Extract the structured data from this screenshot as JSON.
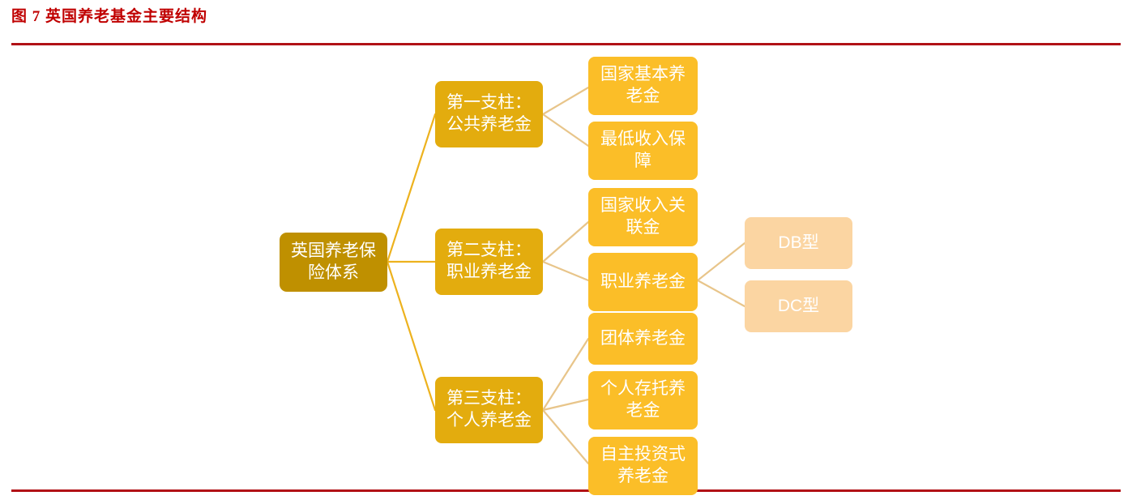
{
  "figure": {
    "title": "图 7 英国养老基金主要结构",
    "title_color": "#C00000",
    "rule_color": "#B11116"
  },
  "colors": {
    "root_fill": "#BF9000",
    "pillar_fill": "#E3AC0E",
    "leaf_fill": "#FBBE28",
    "subleaf_fill": "#FBD5A2",
    "root_connector": "#EDB21E",
    "leaf_connector": "#E8C58A",
    "node_text": "#FFFFFF",
    "background": "#FFFFFF"
  },
  "diagram": {
    "type": "tree",
    "root": {
      "label": "英国养老保\n险体系"
    },
    "pillars": [
      {
        "label": "第一支柱：\n公共养老金",
        "children": [
          {
            "label": "国家基本养\n老金"
          },
          {
            "label": "最低收入保\n障"
          }
        ]
      },
      {
        "label": "第二支柱：\n职业养老金",
        "children": [
          {
            "label": "国家收入关\n联金"
          },
          {
            "label": "职业养老金",
            "children": [
              {
                "label": "DB型"
              },
              {
                "label": "DC型"
              }
            ]
          }
        ]
      },
      {
        "label": "第三支柱：\n个人养老金",
        "children": [
          {
            "label": "团体养老金"
          },
          {
            "label": "个人存托养\n老金"
          },
          {
            "label": "自主投资式\n养老金"
          }
        ]
      }
    ]
  }
}
